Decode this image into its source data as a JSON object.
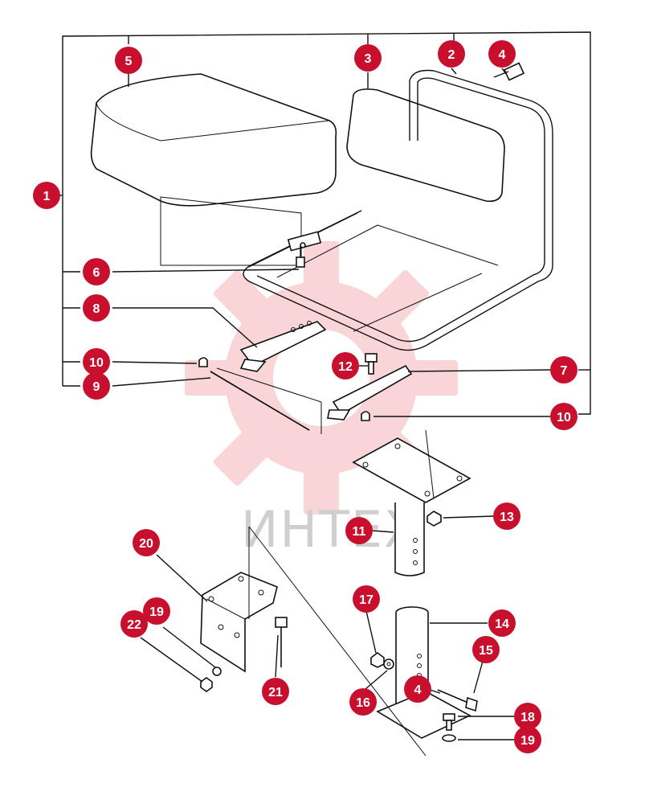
{
  "watermark": {
    "text": "ИНТЕХ",
    "color": "#f1a3a8"
  },
  "callout_color": "#c8102e",
  "callouts": [
    {
      "id": "c1",
      "label": "1"
    },
    {
      "id": "c2",
      "label": "2"
    },
    {
      "id": "c3",
      "label": "3"
    },
    {
      "id": "c4a",
      "label": "4"
    },
    {
      "id": "c5",
      "label": "5"
    },
    {
      "id": "c6",
      "label": "6"
    },
    {
      "id": "c7",
      "label": "7"
    },
    {
      "id": "c8",
      "label": "8"
    },
    {
      "id": "c9",
      "label": "9"
    },
    {
      "id": "c10a",
      "label": "10"
    },
    {
      "id": "c10b",
      "label": "10"
    },
    {
      "id": "c11",
      "label": "11"
    },
    {
      "id": "c12",
      "label": "12"
    },
    {
      "id": "c13",
      "label": "13"
    },
    {
      "id": "c14",
      "label": "14"
    },
    {
      "id": "c15",
      "label": "15"
    },
    {
      "id": "c4b",
      "label": "4"
    },
    {
      "id": "c16",
      "label": "16"
    },
    {
      "id": "c17",
      "label": "17"
    },
    {
      "id": "c18",
      "label": "18"
    },
    {
      "id": "c19a",
      "label": "19"
    },
    {
      "id": "c19b",
      "label": "19"
    },
    {
      "id": "c20",
      "label": "20"
    },
    {
      "id": "c21",
      "label": "21"
    },
    {
      "id": "c22",
      "label": "22"
    }
  ]
}
